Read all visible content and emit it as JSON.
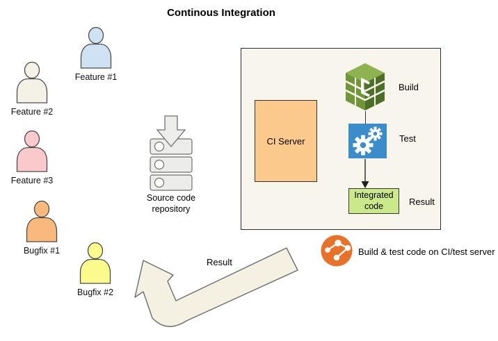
{
  "title": "Continous Integration",
  "actors": [
    {
      "label": "Feature #1",
      "color": "#cfe2f3"
    },
    {
      "label": "Feature #2",
      "color": "#f4f2e7"
    },
    {
      "label": "Feature #3",
      "color": "#f9c9cb"
    },
    {
      "label": "Bugfix #1",
      "color": "#f9b87c"
    },
    {
      "label": "Bugfix #2",
      "color": "#fbfb8d"
    }
  ],
  "repository": {
    "icon": "server-stack-download-icon",
    "label": "Source code repository"
  },
  "ci_box": {
    "server_label": "CI Server",
    "steps": [
      {
        "icon": "codebuild-cube-icon",
        "label": "Build"
      },
      {
        "icon": "gears-icon",
        "label": "Test"
      },
      {
        "icon": "integrated-code-node",
        "label": "Result",
        "node_label": "Integrated code"
      }
    ]
  },
  "feedback_arrow": {
    "label": "Result"
  },
  "legend": {
    "icon": "git-network-icon",
    "text": "Build & test code on CI/test server"
  },
  "colors": {
    "box_fill": "#f8f5ec",
    "ci_server_fill": "#fcc98c",
    "integrated_fill": "#cbe98b",
    "test_blue": "#3a8dca",
    "git_orange": "#e8722a",
    "build_green_top": "#8fb351",
    "build_green_left": "#71963a",
    "build_green_right": "#4d6d28",
    "feedback_arrow_fill": "#f4f1e3"
  }
}
